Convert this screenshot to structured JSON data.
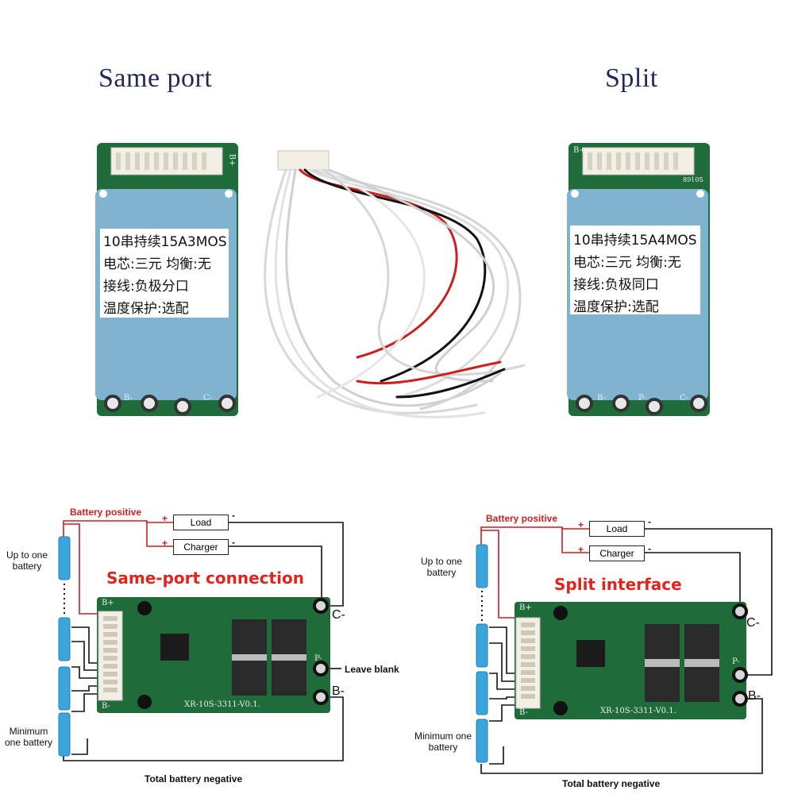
{
  "titles": {
    "left": "Same port",
    "right": "Split"
  },
  "boards": {
    "left": {
      "line1": "10串持续15A3MOS",
      "line2": "电芯:三元  均衡:无",
      "line3": "接线:负极分口",
      "line4": "温度保护:选配",
      "top_mark": "B+",
      "bottom_marks": [
        "B-",
        "C-"
      ]
    },
    "right": {
      "line1": "10串持续15A4MOS",
      "line2": "电芯:三元  均衡:无",
      "line3": "接线:负极同口",
      "line4": "温度保护:选配",
      "top_mark": "B+",
      "top_code": "8910S",
      "bottom_marks": [
        "B-",
        "P-",
        "C-"
      ]
    }
  },
  "diagrams": {
    "left": {
      "heading": "Same-port connection",
      "battery_positive": "Battery positive",
      "load": "Load",
      "charger": "Charger",
      "plus": "+",
      "minus": "-",
      "up_to_one": "Up to one battery",
      "minimum": "Minimum one battery",
      "c_minus": "C-",
      "b_minus": "B-",
      "leave_blank": "Leave blank",
      "total_negative": "Total battery negative",
      "pcb_code": "XR-10S-3311-V0.1.",
      "pcb_bplus": "B+",
      "pcb_bminus": "B-",
      "pcb_p": "P-"
    },
    "right": {
      "heading": "Split interface",
      "battery_positive": "Battery positive",
      "load": "Load",
      "charger": "Charger",
      "plus": "+",
      "minus": "-",
      "up_to_one": "Up to one battery",
      "minimum": "Minimum one battery",
      "c_minus": "C-",
      "b_minus": "B-",
      "total_negative": "Total battery negative",
      "pcb_code": "XR-10S-3311-V0.1.",
      "pcb_bplus": "B+",
      "pcb_bminus": "B-",
      "pcb_p": "P-"
    }
  },
  "colors": {
    "pcb_green": "#1f6b3a",
    "shield_blue": "#7fb3cf",
    "battery_blue": "#3aa6dd",
    "wire_red": "#cc1f1f",
    "title_navy": "#1f2a5a"
  }
}
